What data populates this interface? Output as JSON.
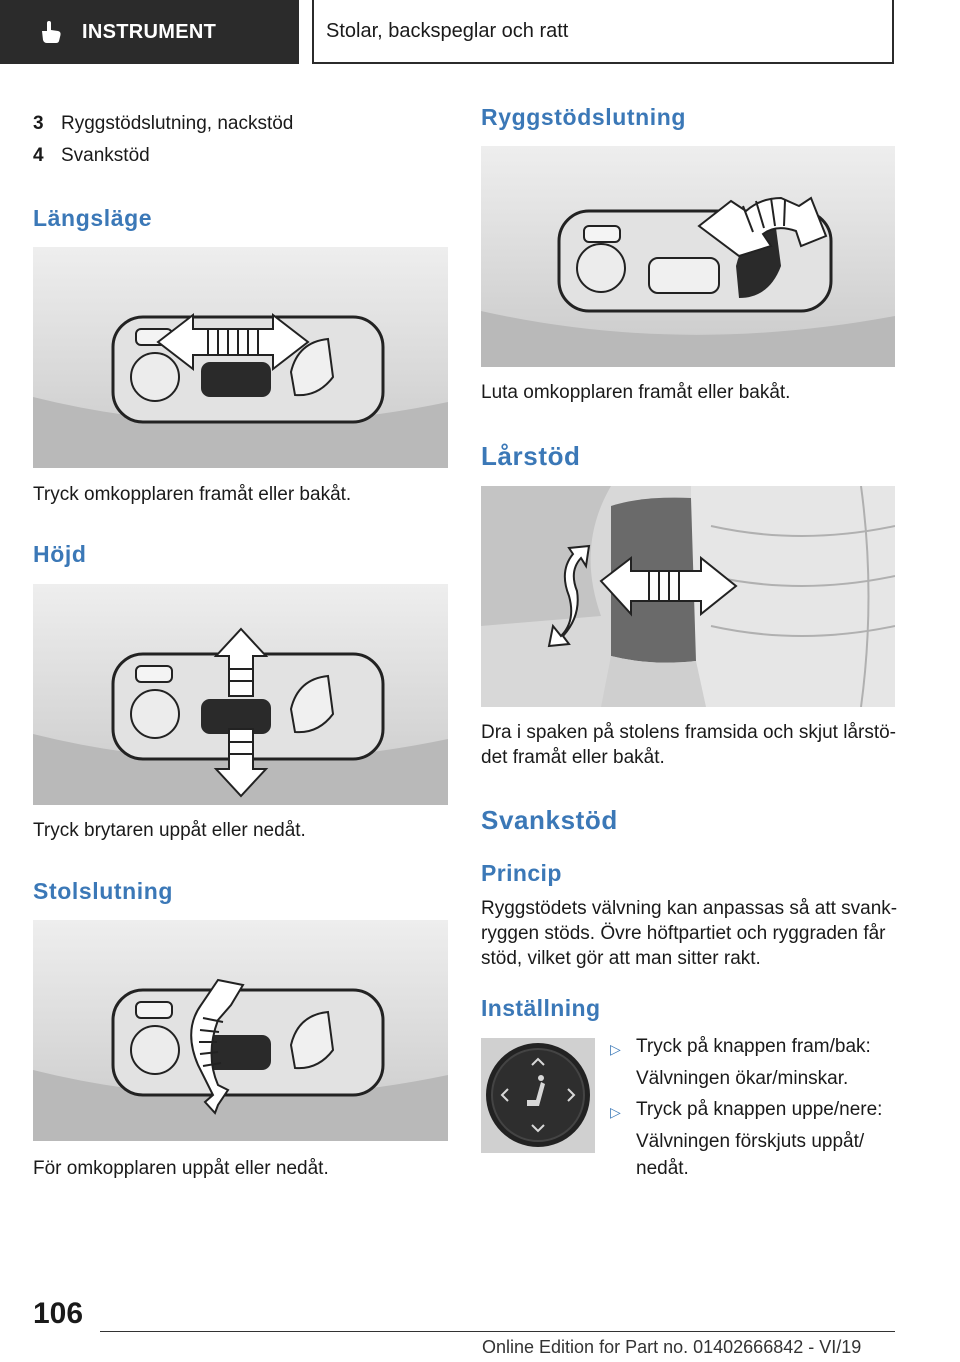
{
  "header": {
    "section_tab": "INSTRUMENT",
    "chapter_tab": "Stolar, backspeglar och ratt"
  },
  "left": {
    "list": [
      {
        "num": "3",
        "text": "Ryggstödslutning, nackstöd"
      },
      {
        "num": "4",
        "text": "Svankstöd"
      }
    ],
    "langslage": {
      "heading": "Längsläge",
      "caption": "Tryck omkopplaren framåt eller bakåt."
    },
    "hojd": {
      "heading": "Höjd",
      "caption": "Tryck brytaren uppåt eller nedåt."
    },
    "stolslutning": {
      "heading": "Stolslutning",
      "caption": "För omkopplaren uppåt eller nedåt."
    }
  },
  "right": {
    "ryggstod": {
      "heading": "Ryggstödslutning",
      "caption": "Luta omkopplaren framåt eller bakåt."
    },
    "larstod": {
      "heading": "Lårstöd",
      "caption_line1": "Dra i spaken på stolens framsida och skjut lårstö-",
      "caption_line2": "det framåt eller bakåt."
    },
    "svankstod": {
      "heading": "Svankstöd",
      "princip_heading": "Princip",
      "princip_lines": [
        "Ryggstödets välvning kan anpassas så att svank-",
        "ryggen stöds. Övre höftpartiet och ryggraden får",
        "stöd, vilket gör att man sitter rakt."
      ],
      "installning_heading": "Inställning",
      "steps": [
        {
          "action": "Tryck på knappen fram/bak:",
          "result_lines": [
            "Välvningen ökar/minskar."
          ]
        },
        {
          "action": "Tryck på knappen uppe/nere:",
          "result_lines": [
            "Välvningen förskjuts uppåt/",
            "nedåt."
          ]
        }
      ]
    }
  },
  "footer": {
    "page_number": "106",
    "edition": "Online Edition for Part no. 01402666842 - VI/19"
  },
  "colors": {
    "heading_blue": "#3b78b7",
    "header_dark": "#2b2b2b"
  }
}
